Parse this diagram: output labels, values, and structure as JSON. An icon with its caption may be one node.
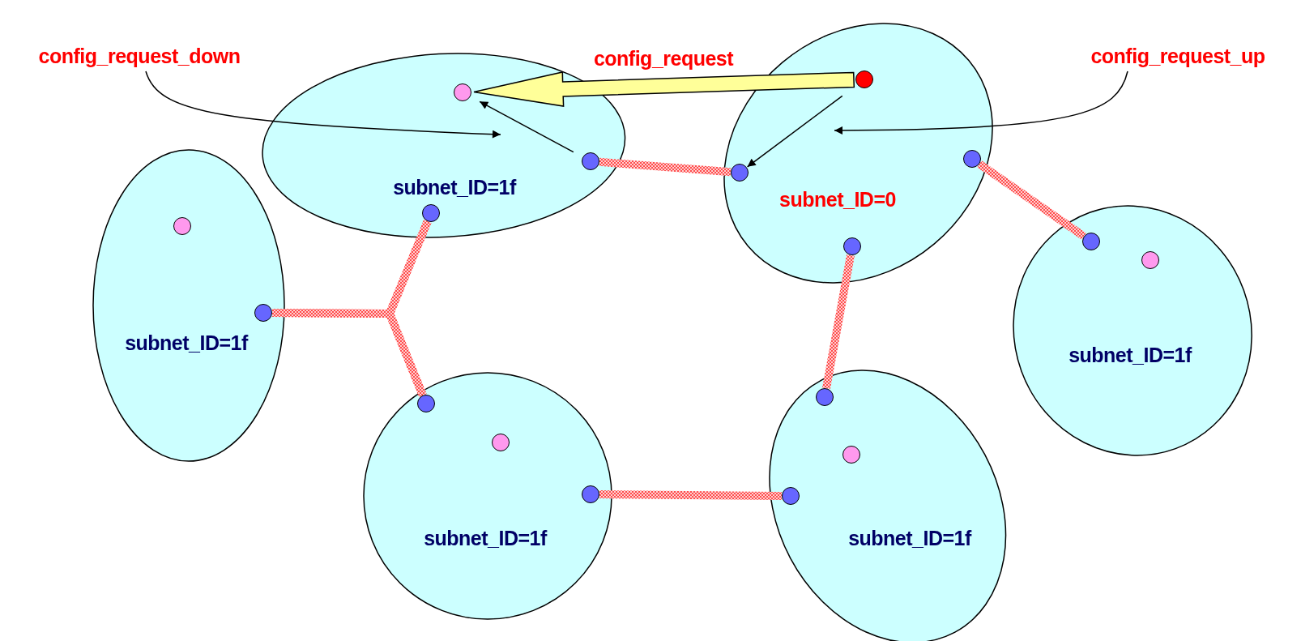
{
  "diagram": {
    "nodes": [
      {
        "text": [
          "subnet_ID=1f"
        ]
      },
      {
        "text": [],
        "shape": "circle",
        "in": 0
      },
      {
        "text": [],
        "shape": "circle",
        "in": 0
      },
      {
        "text": [],
        "shape": "circle",
        "in": 0
      },
      {
        "text": [
          "subnet_ID=0"
        ]
      },
      {
        "text": [],
        "shape": "circle",
        "in": 4
      },
      {
        "text": [],
        "shape": "circle",
        "in": 4
      },
      {
        "text": [],
        "shape": "circle",
        "in": 4
      },
      {
        "text": [],
        "shape": "circle",
        "in": 4
      },
      {
        "text": [
          "subnet_ID=1f"
        ]
      },
      {
        "text": [],
        "shape": "circle",
        "in": 9
      },
      {
        "text": [],
        "shape": "circle",
        "in": 9
      },
      {
        "text": [
          "subnet_ID=1f"
        ]
      },
      {
        "text": [],
        "shape": "circle",
        "in": 12
      },
      {
        "text": [],
        "shape": "circle",
        "in": 12
      },
      {
        "text": [
          "subnet_ID=1f"
        ]
      },
      {
        "text": [],
        "shape": "circle",
        "in": 15
      },
      {
        "text": [],
        "shape": "circle",
        "in": 15
      },
      {
        "text": [],
        "shape": "circle",
        "in": 15
      },
      {
        "text": [
          "subnet_ID=1f"
        ]
      },
      {
        "text": [],
        "shape": "circle",
        "in": 19
      },
      {
        "text": [],
        "shape": "circle",
        "in": 19
      },
      {
        "text": [],
        "shape": "circle",
        "in": 19
      },
      {
        "text": [
          "config_request_down"
        ]
      },
      {
        "text": [
          "config_request_up"
        ]
      }
    ],
    "edges": [
      {
        "from": 23,
        "to": null,
        "arrow": "to",
        "color": "#000000"
      },
      {
        "from": 24,
        "to": null,
        "arrow": "to",
        "color": "#000000"
      },
      {
        "from": 5,
        "to": 1,
        "arrow": "to",
        "label": "config_request",
        "style": "thick",
        "color": "#ffff99"
      },
      {
        "from": 2,
        "to": 1,
        "arrow": "to",
        "color": "#000000"
      },
      {
        "from": 5,
        "to": 6,
        "arrow": "to",
        "color": "#000000"
      },
      {
        "from": 2,
        "to": 6,
        "arrow": "none",
        "style": "thick"
      },
      {
        "from": 7,
        "to": 13,
        "arrow": "none",
        "style": "thick"
      },
      {
        "from": 8,
        "to": 20,
        "arrow": "none",
        "style": "thick"
      },
      {
        "from": 18,
        "to": 22,
        "arrow": "none",
        "style": "thick"
      },
      {
        "from": 3,
        "to": 11,
        "arrow": "none",
        "style": "thick"
      },
      {
        "from": 3,
        "to": 16,
        "arrow": "none",
        "style": "thick"
      },
      {
        "from": 11,
        "to": 16,
        "arrow": "none",
        "style": "thick"
      }
    ]
  }
}
